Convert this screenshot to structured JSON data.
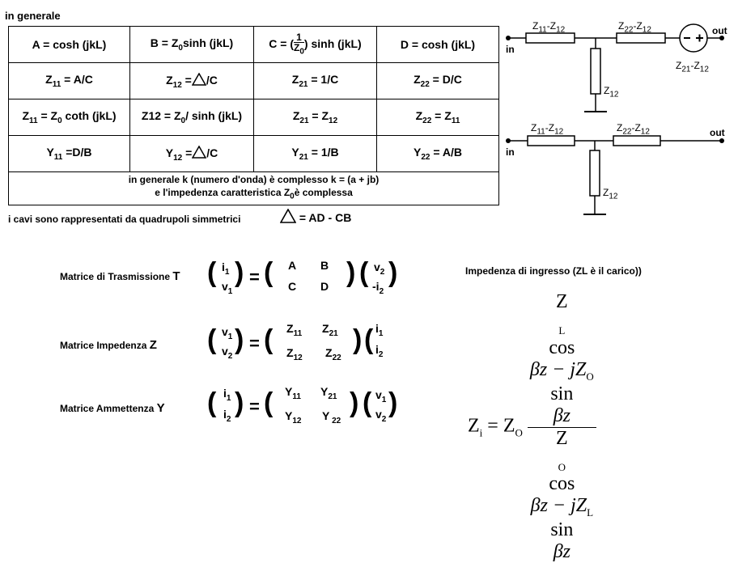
{
  "heading": "in generale",
  "table": {
    "row1": {
      "a": "A = cosh (jkL)",
      "b_pre": "B = Z",
      "b_sub": "0",
      "b_post": "sinh (jkL)",
      "c_pre": "C = (",
      "c_num": "1",
      "c_den": "Z",
      "c_den_sub": "0",
      "c_post": ") sinh (jkL)",
      "d": "D = cosh (jkL)"
    },
    "row2": {
      "z11": "Z",
      "z11_sub": "11",
      "z11_val": " = A/C",
      "z12": "Z",
      "z12_sub": "12",
      "z12_val": " =",
      "z12_tail": "/C",
      "z21": "Z",
      "z21_sub": "21",
      "z21_val": " = 1/C",
      "z22": "Z",
      "z22_sub": "22",
      "z22_val": " = D/C"
    },
    "row3": {
      "z11": "Z",
      "z11_sub": "11",
      "z11_val": " =  Z",
      "z11_zsub": "0",
      "z11_tail": " coth (jkL)",
      "z12": "Z12 = Z",
      "z12_zsub": "0",
      "z12_tail": "/ sinh (jkL)",
      "z21": "Z",
      "z21_sub": "21",
      "z21_val": " =  Z",
      "z21_zsub": "12",
      "z22": "Z",
      "z22_sub": "22",
      "z22_val": " =  Z",
      "z22_zsub": "11"
    },
    "row4": {
      "y11": "Y",
      "y11_sub": "11",
      "y11_val": " =D/B",
      "y12": "Y",
      "y12_sub": "12",
      "y12_val": " =",
      "y12_tail": "/C",
      "y21": "Y",
      "y21_sub": "21",
      "y21_val": " = 1/B",
      "y22": "Y",
      "y22_sub": "22",
      "y22_val": " = A/B"
    },
    "note_line1": "in generale k (numero d'onda) è complesso k = (a + jb)",
    "note_line2_pre": "e l'impedenza caratteristica Z",
    "note_line2_sub": "0",
    "note_line2_post": "è complessa"
  },
  "cavi_text": "i cavi sono rappresentati da quadrupoli  simmetrici",
  "delta_eq": "= AD - CB",
  "matrices": {
    "trasmissione": {
      "label": "Matrice di Trasmissione",
      "symbol": "T",
      "lhs": [
        "i1",
        "v1"
      ],
      "m": [
        "A",
        "B",
        "C",
        "D"
      ],
      "rhs": [
        "v2",
        "-i2"
      ]
    },
    "impedenza": {
      "label": "Matrice Impedenza",
      "symbol": "Z",
      "lhs": [
        "v1",
        "v2"
      ],
      "m": [
        "Z11",
        "Z21",
        "Z12",
        "Z22"
      ],
      "rhs": [
        "i1",
        "i2"
      ]
    },
    "ammettenza": {
      "label": "Matrice Ammettenza",
      "symbol": "Y",
      "lhs": [
        "i1",
        "i2"
      ],
      "m": [
        "Y11",
        "Y21",
        "Y12",
        "Y 22"
      ],
      "rhs": [
        "v1",
        "v2"
      ]
    }
  },
  "ingresso": {
    "label": "Impedenza di ingresso  (ZL è il carico))",
    "lhs": "Z",
    "lhs_sub": "i",
    "eq": " = Z",
    "eq_sub": "O",
    "num_a": "Z",
    "num_a_sub": "L",
    "num_b": " cos",
    "num_c": "βz − jZ",
    "num_c_sub": "O",
    "num_d": "sin",
    "num_e": "βz",
    "den_a": "Z",
    "den_a_sub": "O",
    "den_b": " cos",
    "den_c": "βz − jZ",
    "den_c_sub": "L",
    "den_d": "sin",
    "den_e": "βz"
  },
  "circuits": {
    "top": {
      "in": "in",
      "out": "out",
      "r1": "Z11-Z12",
      "r2": "Z22-Z12",
      "shunt": "Z12",
      "source": "Z21-Z12"
    },
    "bottom": {
      "in": "in",
      "out": "out",
      "r1": "Z11-Z12",
      "r2": "Z22-Z12",
      "shunt": "Z12"
    }
  }
}
